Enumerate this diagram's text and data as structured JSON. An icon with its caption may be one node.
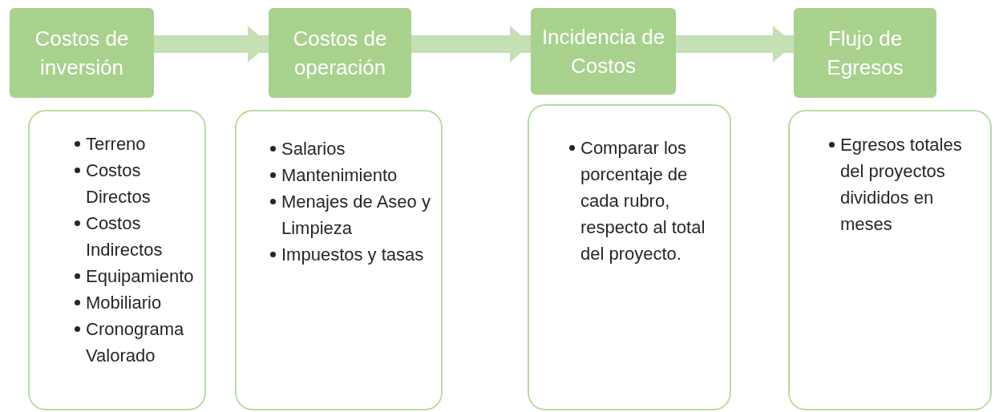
{
  "diagram": {
    "nodes": [
      {
        "text": [
          "Costos de inversión"
        ]
      },
      {
        "text": [
          "Terreno",
          "Costos Directos",
          "Costos Indirectos",
          "Equipamiento",
          "Mobiliario",
          "Cronograma Valorado"
        ]
      },
      {
        "text": [
          "Costos de operación"
        ]
      },
      {
        "text": [
          "Salarios",
          "Mantenimiento",
          "Menajes de Aseo y Limpieza",
          "Impuestos y tasas"
        ]
      },
      {
        "text": [
          "Incidencia de Costos"
        ]
      },
      {
        "text": [
          "Comparar los porcentaje de cada rubro, respecto al total del proyecto."
        ]
      },
      {
        "text": [
          "Flujo de Egresos"
        ]
      },
      {
        "text": [
          "Egresos totales del proyectos divididos en meses"
        ]
      }
    ],
    "edges": [
      {
        "from": 0,
        "to": 2,
        "arrow": "to"
      },
      {
        "from": 2,
        "to": 4,
        "arrow": "to"
      },
      {
        "from": 4,
        "to": 6,
        "arrow": "to"
      }
    ]
  }
}
